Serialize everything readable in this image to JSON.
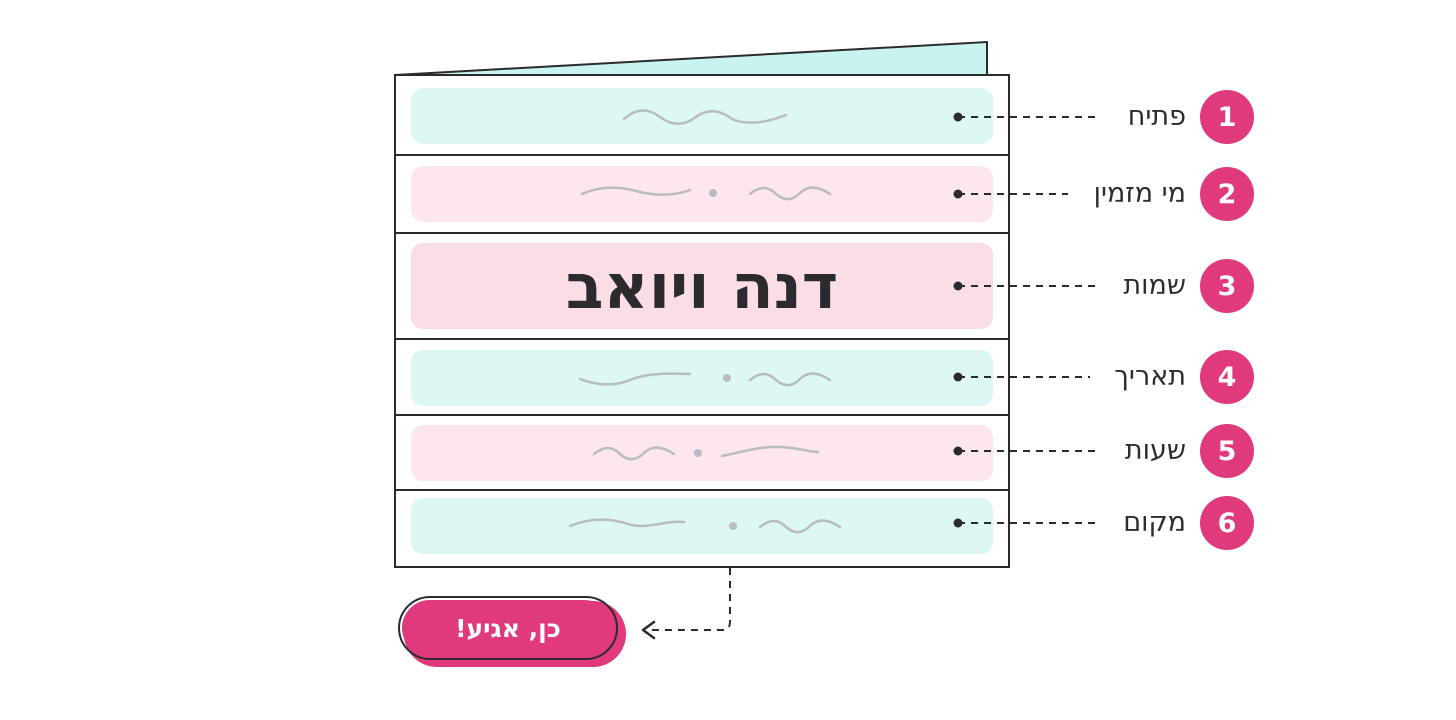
{
  "invitation": {
    "names": "דנה ויואב",
    "rsvp_button": "כן, אגיע!"
  },
  "callouts": [
    {
      "number": "1",
      "label": "פתיח"
    },
    {
      "number": "2",
      "label": "מי מזמין"
    },
    {
      "number": "3",
      "label": "שמות"
    },
    {
      "number": "4",
      "label": "תאריך"
    },
    {
      "number": "5",
      "label": "שעות"
    },
    {
      "number": "6",
      "label": "מקום"
    }
  ],
  "colors": {
    "accent": "#e13a7c",
    "mint": "#dcf7f4",
    "pink_light": "#fde6ee",
    "pink_names": "#fbdde6",
    "outline": "#2b2b2f",
    "squiggle": "#b9bcc2"
  }
}
